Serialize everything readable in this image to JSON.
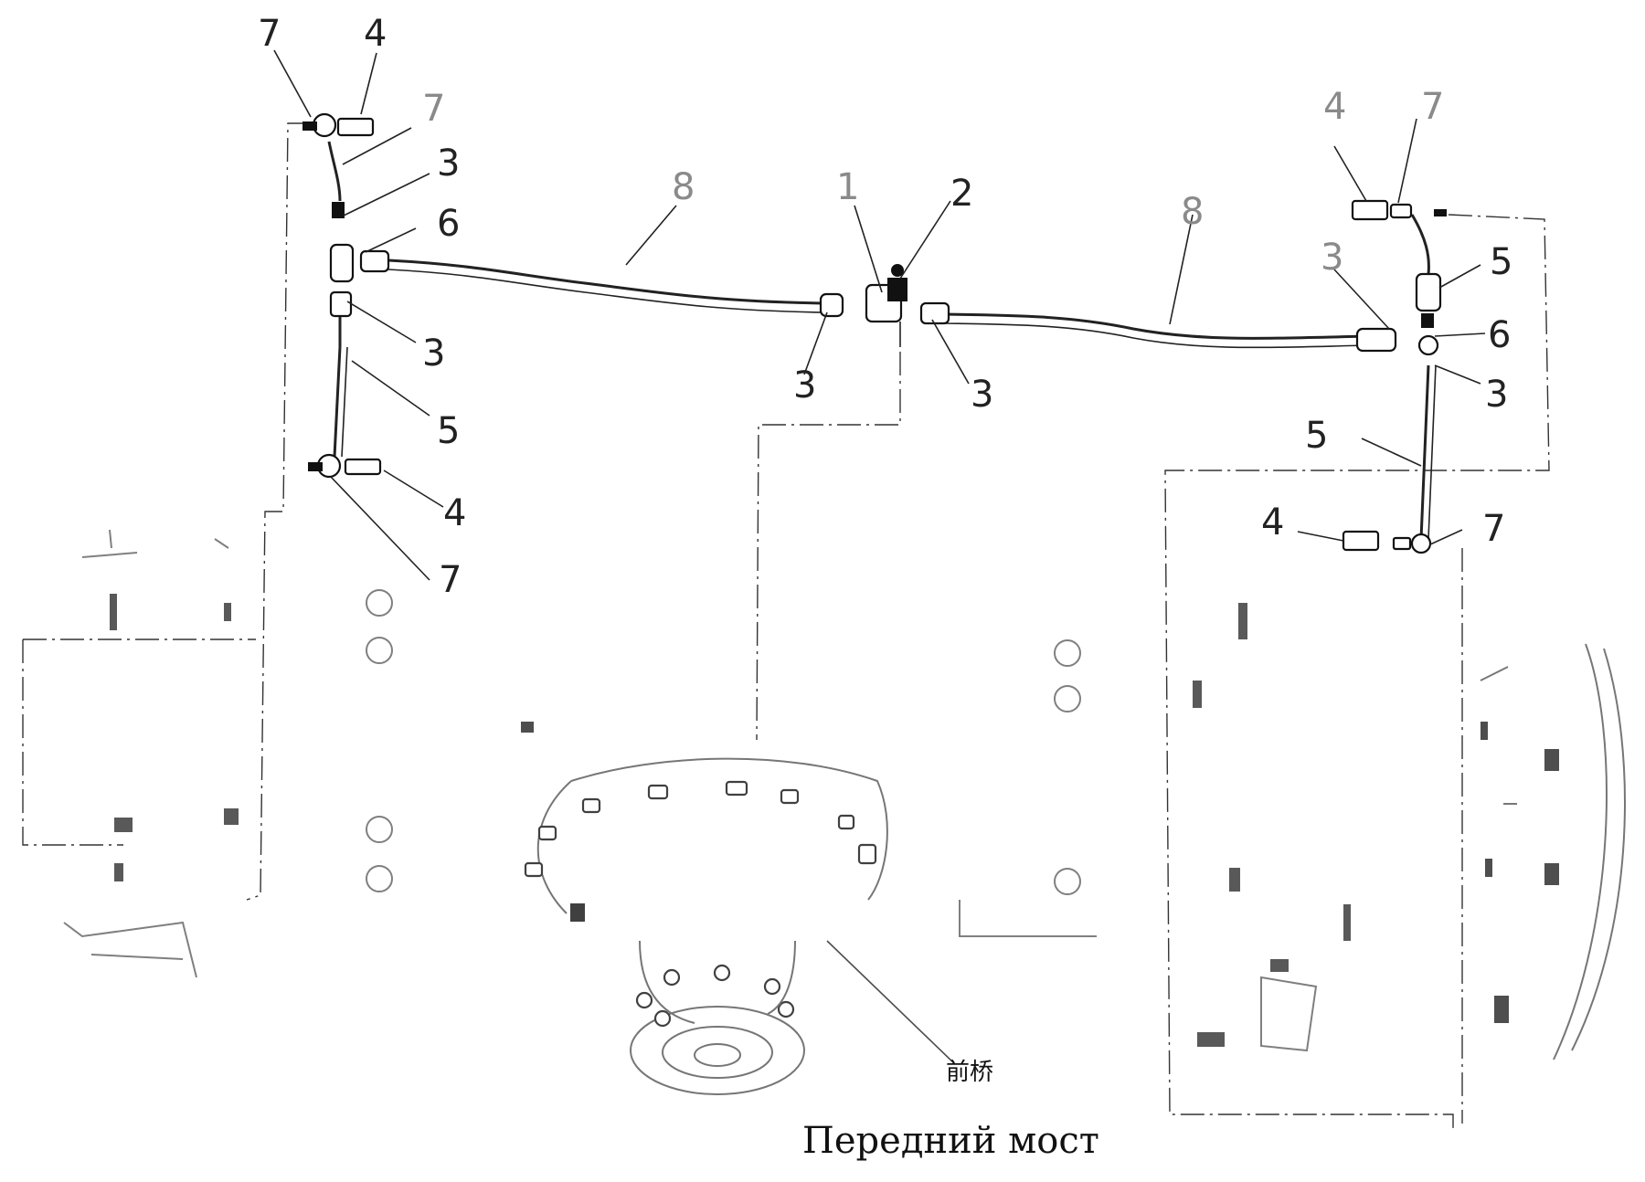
{
  "caption": "Передний мост",
  "sublabel": "前桥",
  "callouts": {
    "tl_7": "7",
    "tl_4": "4",
    "tl_7b": "7",
    "tl_3a": "3",
    "tl_6": "6",
    "tl_3b": "3",
    "tl_5": "5",
    "tl_4b": "4",
    "tl_7c": "7",
    "c_8": "8",
    "c_1": "1",
    "c_2": "2",
    "c_3a": "3",
    "c_3b": "3",
    "r_8": "8",
    "r_4": "4",
    "r_7": "7",
    "r_3top": "3",
    "r_5a": "5",
    "r_6": "6",
    "r_3b": "3",
    "r_5b": "5",
    "r_4b": "4",
    "r_7b": "7"
  },
  "icons": {
    "fitting": "banjo-fitting-icon",
    "tee": "tee-connector-icon",
    "valve": "distribution-valve-icon",
    "axle": "axle-housing-icon"
  }
}
